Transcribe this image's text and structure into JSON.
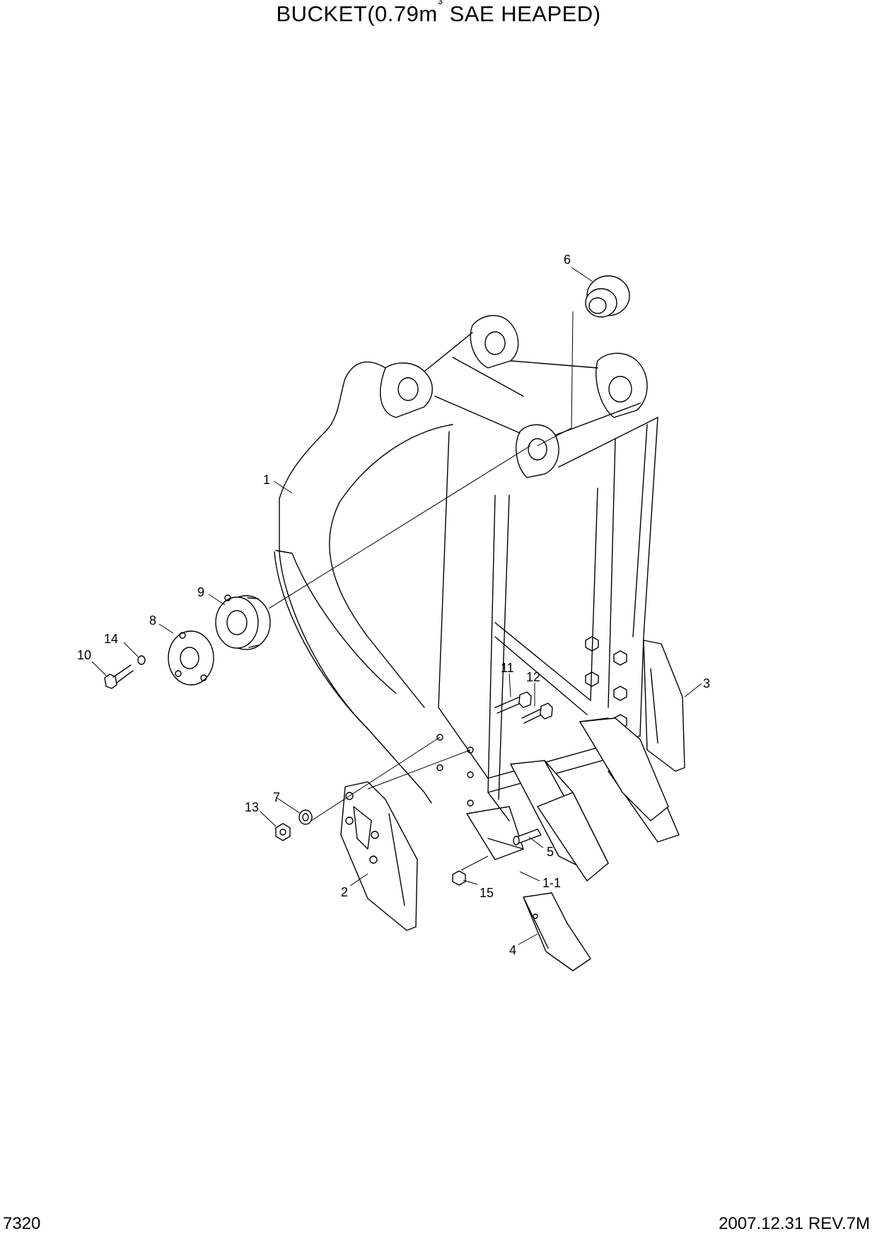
{
  "header": {
    "title_main": "BUCKET(0.79m",
    "title_sup": "3",
    "title_tail": " SAE HEAPED)"
  },
  "footer": {
    "page_number": "7320",
    "revision": "2007.12.31  REV.7M"
  },
  "callouts": {
    "c1": "1",
    "c1_1": "1-1",
    "c2": "2",
    "c3": "3",
    "c4": "4",
    "c5": "5",
    "c6": "6",
    "c7": "7",
    "c8": "8",
    "c9": "9",
    "c10": "10",
    "c11": "11",
    "c12": "12",
    "c13": "13",
    "c14": "14",
    "c15": "15"
  }
}
